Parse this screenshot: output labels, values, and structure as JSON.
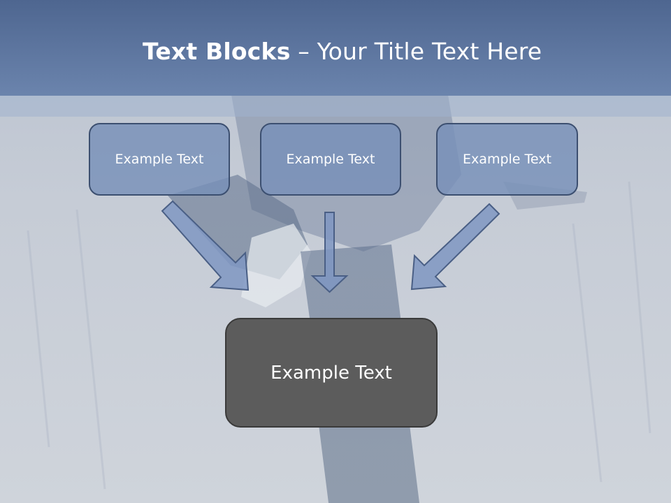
{
  "slide": {
    "title_bold": "Text Blocks",
    "title_dash": " – ",
    "title_rest": "Your Title Text Here"
  },
  "diagram": {
    "top_boxes": [
      {
        "label": "Example Text"
      },
      {
        "label": "Example Text"
      },
      {
        "label": "Example Text"
      }
    ],
    "bottom_box": {
      "label": "Example Text"
    }
  },
  "colors": {
    "title_band": "#6b84ad",
    "box_fill": "#7890b8",
    "box_border": "#3c4f70",
    "bottom_box_fill": "#5c5c5c",
    "arrow_fill": "#7f97c2"
  }
}
